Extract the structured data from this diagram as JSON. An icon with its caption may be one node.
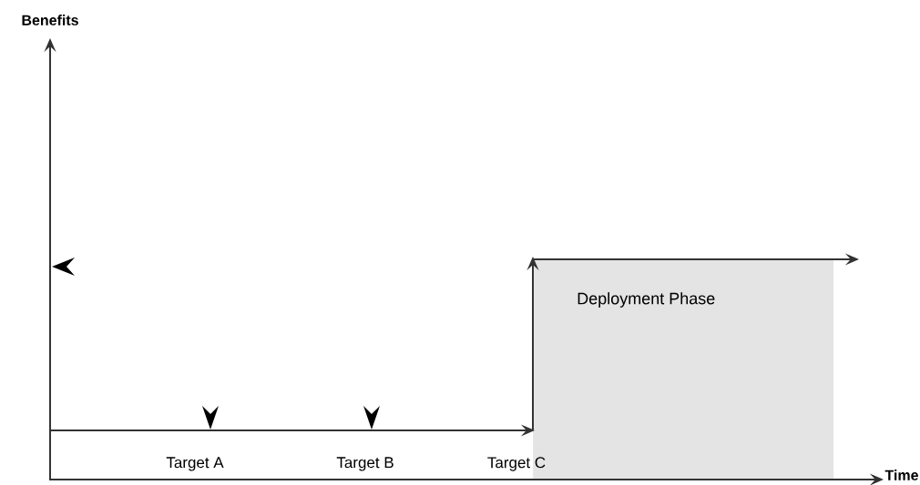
{
  "diagram": {
    "nodes": [
      {
        "text": [
          "Deployment Phase"
        ]
      }
    ],
    "labels": [
      "Benefits",
      "Target A",
      "Target B",
      "Target C",
      "Time"
    ]
  }
}
